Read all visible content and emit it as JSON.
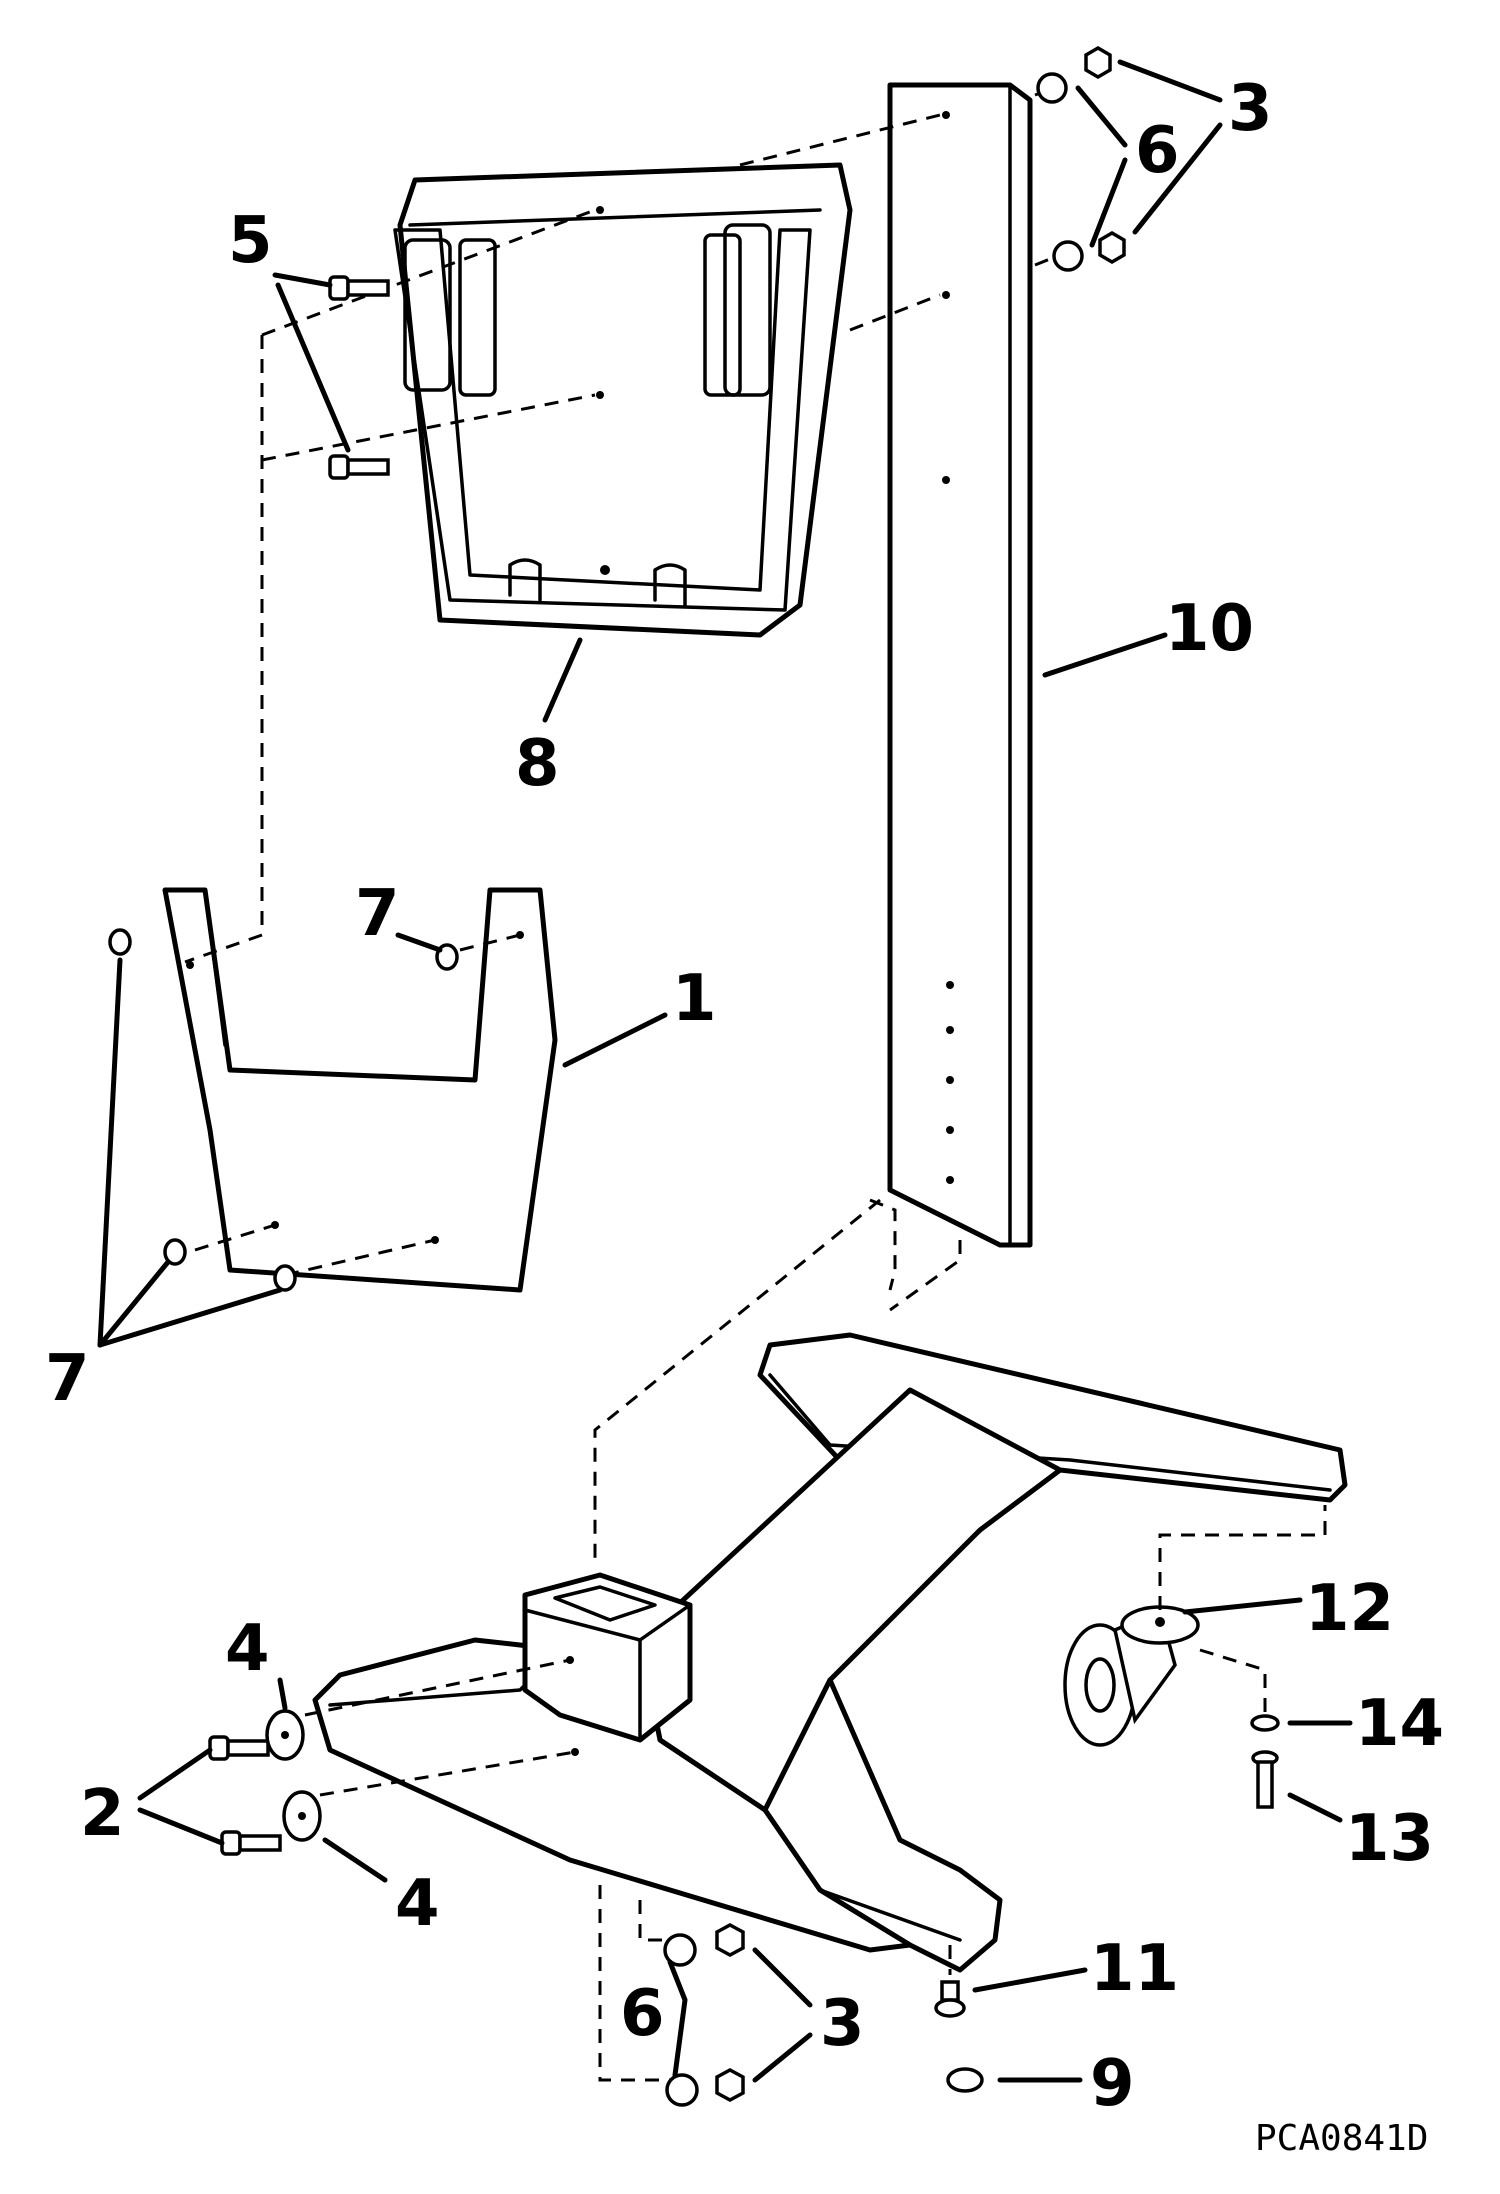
{
  "drawing": {
    "callouts": {
      "c1": "1",
      "c2": "2",
      "c3_top": "3",
      "c3_bottom": "3",
      "c4_top": "4",
      "c4_bottom": "4",
      "c5": "5",
      "c6_top": "6",
      "c6_bottom": "6",
      "c7_mid": "7",
      "c7_low": "7",
      "c8": "8",
      "c9": "9",
      "c10": "10",
      "c11": "11",
      "c12": "12",
      "c13": "13",
      "c14": "14"
    },
    "drawing_code": "PCA0841D"
  }
}
